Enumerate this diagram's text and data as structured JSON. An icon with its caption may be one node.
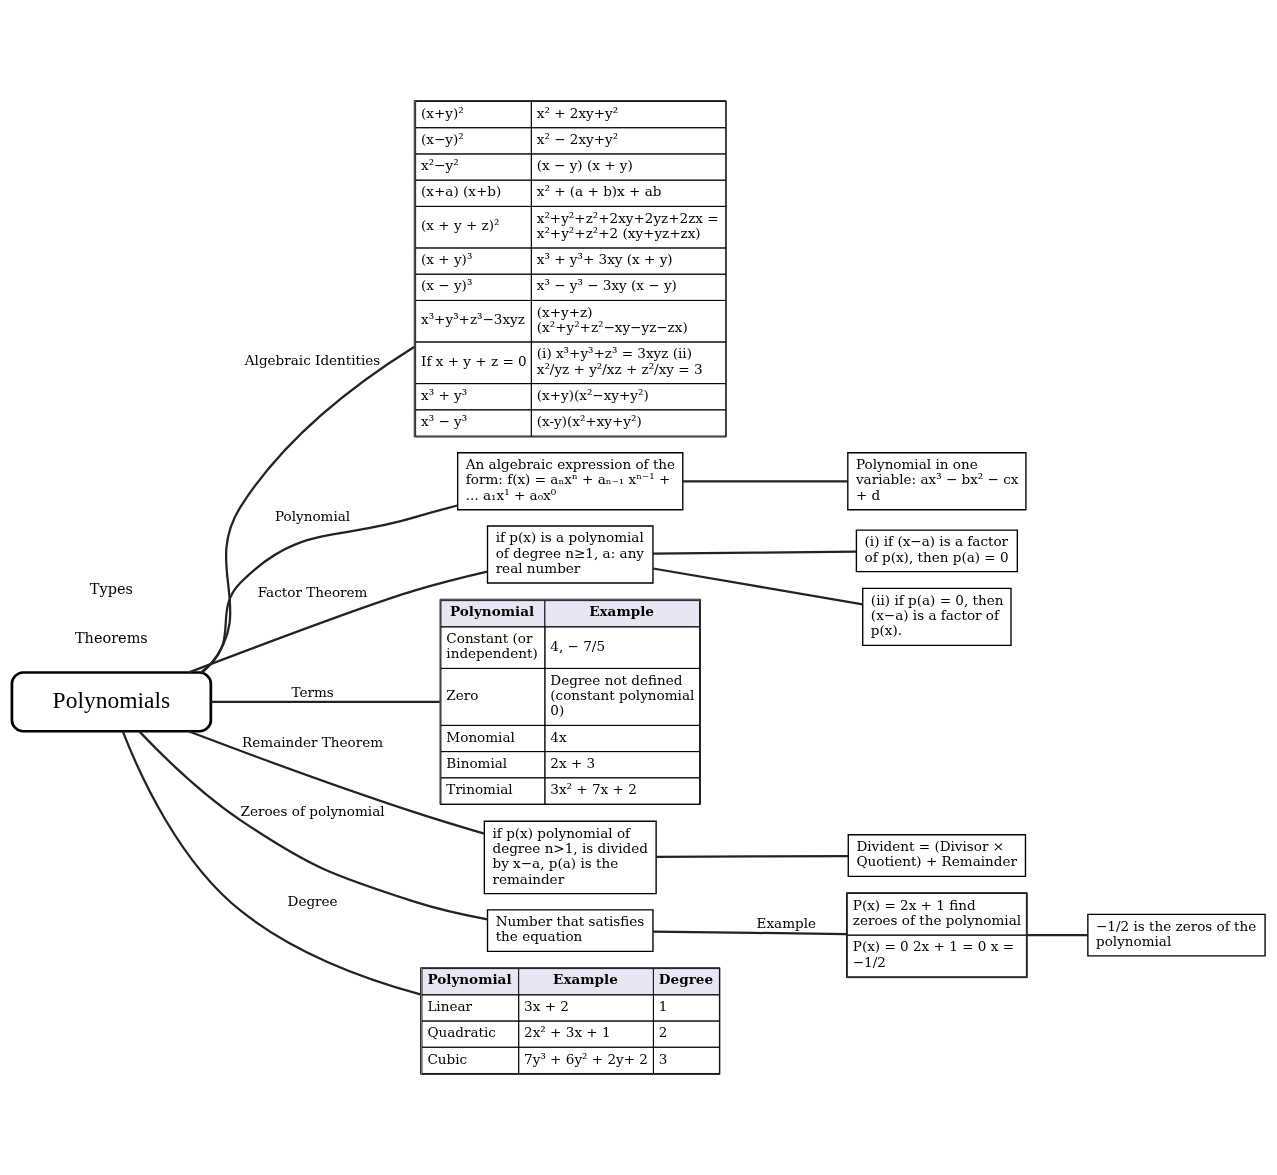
{
  "diagram": {
    "nodes": [
      {
        "text": [
          "(x+y)²",
          "x² + 2xy+y²",
          "(x−y)²",
          "x² − 2xy+y²",
          "x²−y²",
          "(x − y) (x + y)",
          "(x+a) (x+b)",
          "x² + (a + b)x + ab",
          "(x + y + z)²",
          "x²+y²+z²+2xy+2yz+2zx = x²+y²+z²+2 (xy+yz+zx)",
          "(x + y)³",
          "x³ + y³+ 3xy (x + y)",
          "(x − y)³",
          "x³ − y³ − 3xy (x − y)",
          "x³+y³+z³−3xyz",
          "(x+y+z) (x²+y²+z²−xy−yz−zx)",
          "If x + y + z = 0",
          "(i) x³+y³+z³ = 3xyz (ii) x²/yz + y²/xz + z²/xy = 3",
          "x³ + y³",
          "(x+y)(x²−xy+y²)",
          "x³ − y³",
          "(x-y)(x²+xy+y²)"
        ]
      },
      {
        "text": [
          "An algebraic expression of the form: f(x) = aₙxⁿ + aₙ₋₁ xⁿ⁻¹ + ... a₁x¹ + a₀x⁰"
        ]
      },
      {
        "text": [
          "Polynomial in one variable: ax³ − bx² − cx + d"
        ]
      },
      {
        "text": [
          "Polynomials"
        ]
      },
      {
        "text": [
          "(i) if (x−a) is a factor of p(x), then p(a) = 0"
        ]
      },
      {
        "text": [
          "if p(x) is a polynomial of degree n≥1, a: any real number"
        ]
      },
      {
        "text": [
          "Polynomial",
          "Example",
          "Constant (or independent)",
          "4, − 7/5",
          "Zero",
          "Degree not defined (constant polynomial 0)",
          "Monomial",
          "4x",
          "Binomial",
          "2x + 3",
          "Trinomial",
          "3x² + 7x + 2"
        ]
      },
      {
        "text": [
          "(ii) if p(a) = 0, then (x−a) is a factor of p(x)."
        ]
      },
      {
        "text": [
          "if p(x) polynomial of degree n>1, is divided by x−a, p(a) is the remainder"
        ]
      },
      {
        "text": [
          "Divident = (Divisor × Quotient) + Remainder"
        ]
      },
      {
        "text": [
          "Number that satisfies the equation"
        ]
      },
      {
        "text": [
          "Polynomial",
          "Example",
          "Degree",
          "Linear",
          "3x + 2",
          "1",
          "Quadratic",
          "2x² + 3x + 1",
          "2",
          "Cubic",
          "7y³ + 6y² + 2y+ 2",
          "3"
        ]
      },
      {
        "text": [
          "P(x) = 2x + 1 find zeroes of the polynomial",
          "P(x) = 0 2x + 1 = 0 x = −1/2"
        ]
      },
      {
        "text": [
          "−1/2 is the zeros of the polynomial"
        ]
      }
    ],
    "edges": [
      {
        "from": 3,
        "to": 0,
        "arrow": "none",
        "label": "Algebraic Identities"
      },
      {
        "from": 3,
        "to": 1,
        "arrow": "none",
        "label": "Polynomial"
      },
      {
        "from": 1,
        "to": 2,
        "arrow": "none"
      },
      {
        "from": 3,
        "to": 5,
        "arrow": "none",
        "label": "Factor Theorem"
      },
      {
        "from": 5,
        "to": 4,
        "arrow": "none"
      },
      {
        "from": 5,
        "to": 7,
        "arrow": "none"
      },
      {
        "from": 3,
        "to": 8,
        "arrow": "none",
        "label": "Remainder Theorem"
      },
      {
        "from": 8,
        "to": 9,
        "arrow": "none"
      },
      {
        "from": 3,
        "to": 10,
        "arrow": "none",
        "label": "Zeroes of polynomial"
      },
      {
        "from": 10,
        "to": 12,
        "arrow": "none",
        "label": "Example"
      },
      {
        "from": 12,
        "to": 13,
        "arrow": "none"
      },
      {
        "from": 3,
        "to": 6,
        "arrow": "none",
        "label": "Terms"
      },
      {
        "from": 3,
        "to": 11,
        "arrow": "none",
        "label": "Degree"
      }
    ],
    "labels": [
      "Theorems",
      "Types"
    ]
  }
}
